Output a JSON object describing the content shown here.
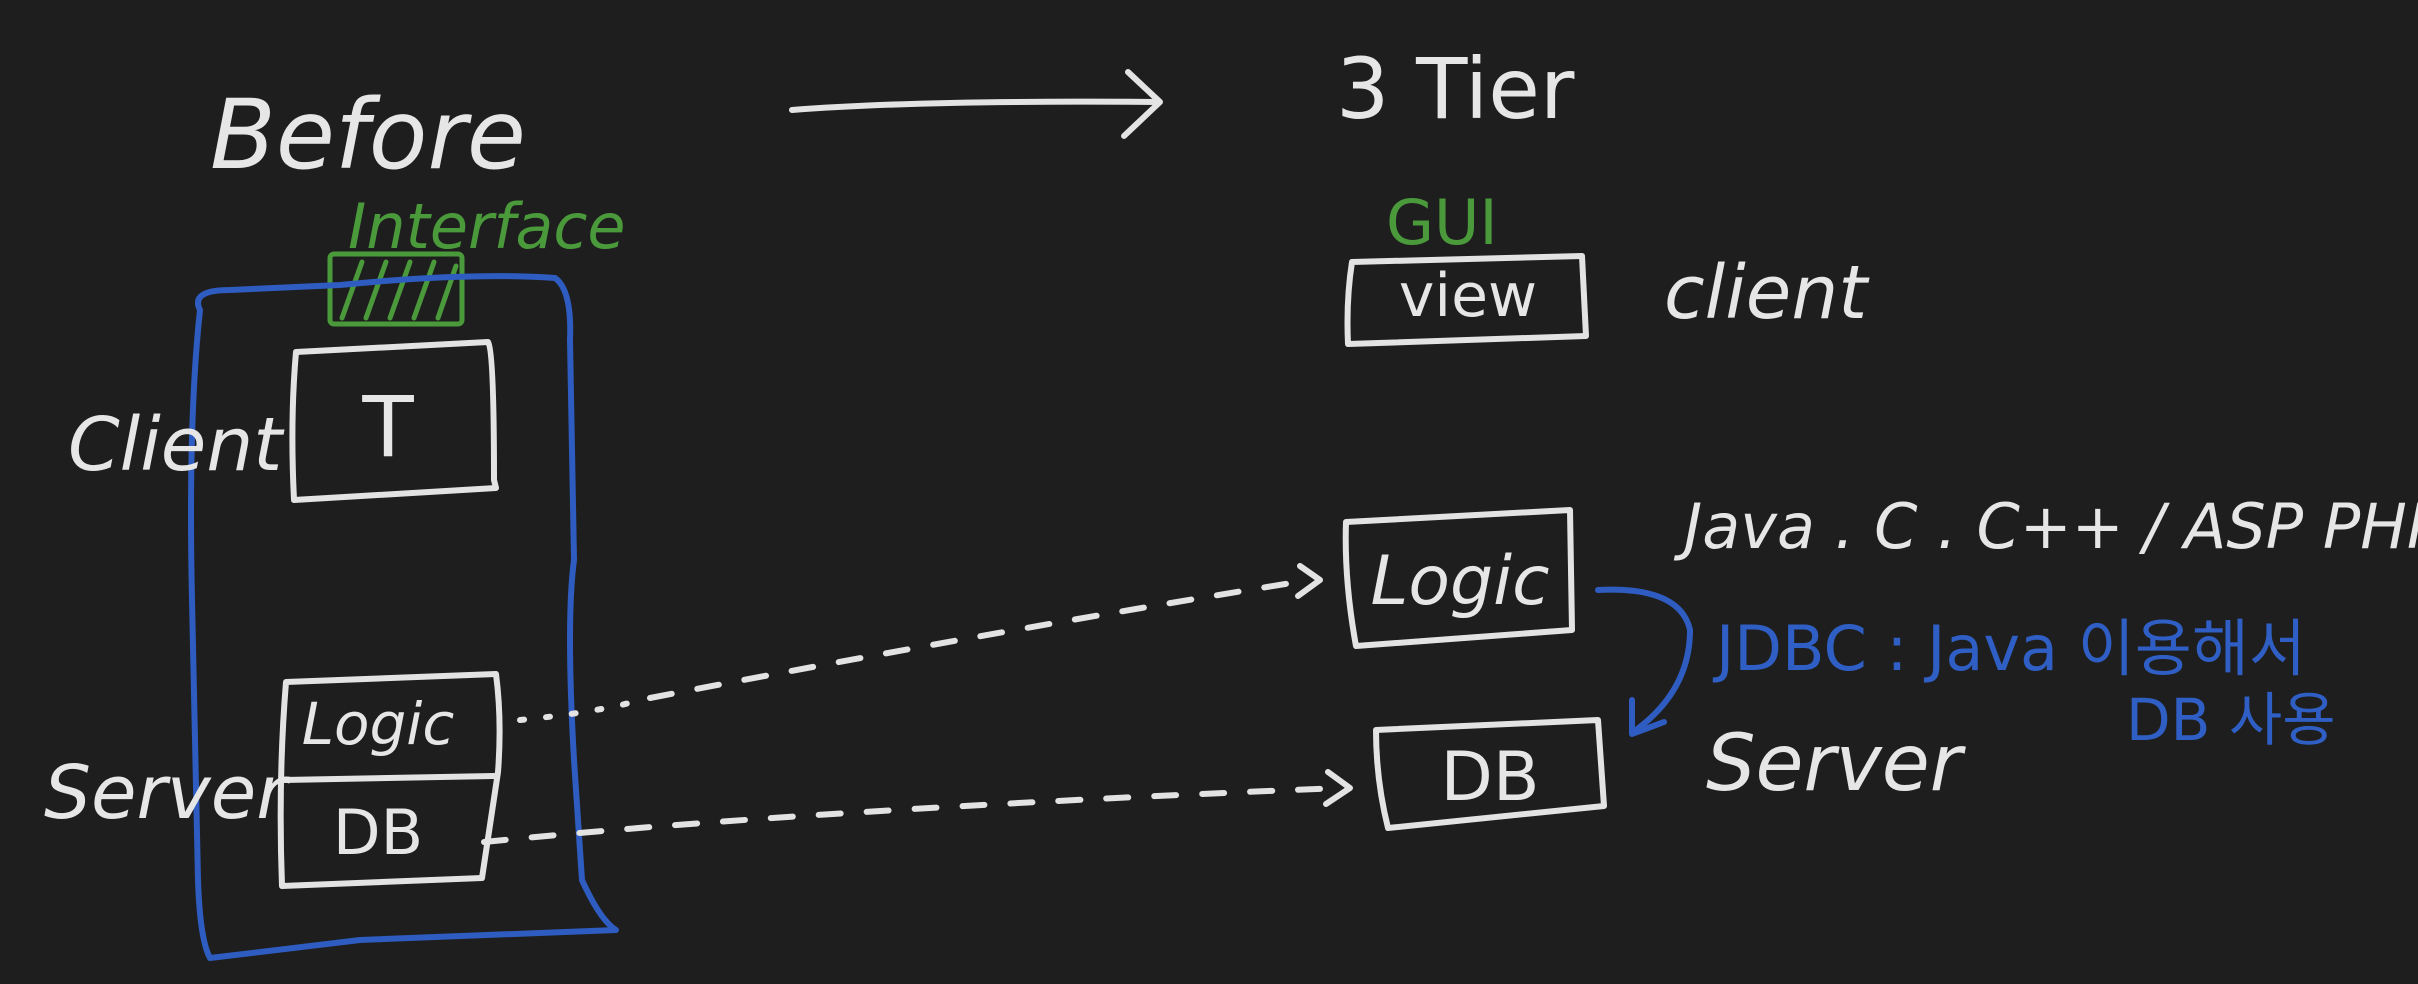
{
  "colors": {
    "background": "#1e1e1e",
    "ink_white": "#e6e6e6",
    "ink_green": "#4a9a3c",
    "ink_blue": "#2f5fc4"
  },
  "before": {
    "title": "Before",
    "interface_label": "Interface",
    "client_label": "Client",
    "server_label": "Server",
    "box_t": "T",
    "box_logic": "Logic",
    "box_db": "DB"
  },
  "after": {
    "title": "3 Tier",
    "gui_label": "GUI",
    "view_box": "view",
    "client_label": "client",
    "logic_box": "Logic",
    "db_box": "DB",
    "server_label": "Server",
    "languages": "Java . C . C++ / ASP PHP",
    "jdbc_line1": "JDBC : Java 이용해서",
    "jdbc_line2": "DB 사용"
  }
}
